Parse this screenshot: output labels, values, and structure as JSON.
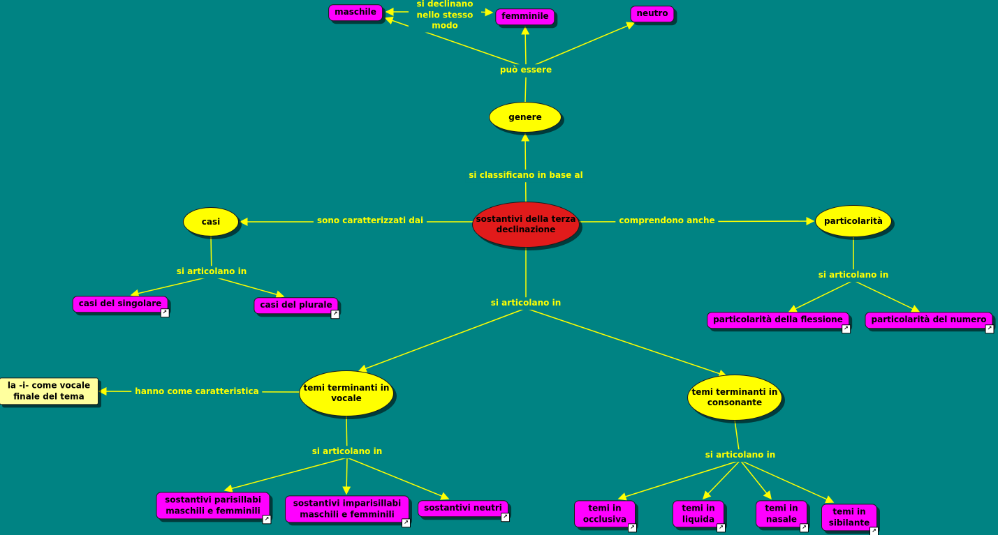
{
  "colors": {
    "background": "#008383",
    "connector": "#ffff00",
    "concept_ellipse_fill": "#ffff00",
    "root_ellipse_fill": "#e11b1b",
    "concept_box_fill": "#ff00ff",
    "note_fill": "#ffff9e",
    "node_text": "#000000",
    "link_text": "#ffff00"
  },
  "icons": {
    "resource": "↗"
  },
  "nodes": {
    "root": {
      "label": "sostantivi della terza declinazione"
    },
    "genere": {
      "label": "genere"
    },
    "maschile": {
      "label": "maschile"
    },
    "femminile": {
      "label": "femminile"
    },
    "neutro": {
      "label": "neutro"
    },
    "casi": {
      "label": "casi"
    },
    "casi_singolare": {
      "label": "casi del singolare"
    },
    "casi_plurale": {
      "label": "casi del plurale"
    },
    "particolarita": {
      "label": "particolarità"
    },
    "part_flessione": {
      "label": "particolarità della flessione"
    },
    "part_numero": {
      "label": "particolarità del numero"
    },
    "temi_vocale": {
      "label": "temi terminanti in vocale"
    },
    "temi_consonante": {
      "label": "temi terminanti in consonante"
    },
    "nota_i": {
      "label": "la -i- come vocale finale del tema"
    },
    "parisillabi": {
      "label": "sostantivi parisillabi maschili e femminili"
    },
    "imparisillabi": {
      "label": "sostantivi imparisillabi maschili e femminili"
    },
    "neutri": {
      "label": "sostantivi neutri"
    },
    "occlusiva": {
      "label": "temi in occlusiva"
    },
    "liquida": {
      "label": "temi in liquida"
    },
    "nasale": {
      "label": "temi in nasale"
    },
    "sibilante": {
      "label": "temi in sibilante"
    }
  },
  "links": {
    "puo_essere": "può essere",
    "si_declinano": "si declinano nello stesso modo",
    "si_classificano": "si classificano in base al",
    "sono_caratterizzati": "sono caratterizzati dai",
    "comprendono_anche": "comprendono anche",
    "si_articolano_in": "si articolano in",
    "hanno_caratteristica": "hanno come caratteristica"
  }
}
